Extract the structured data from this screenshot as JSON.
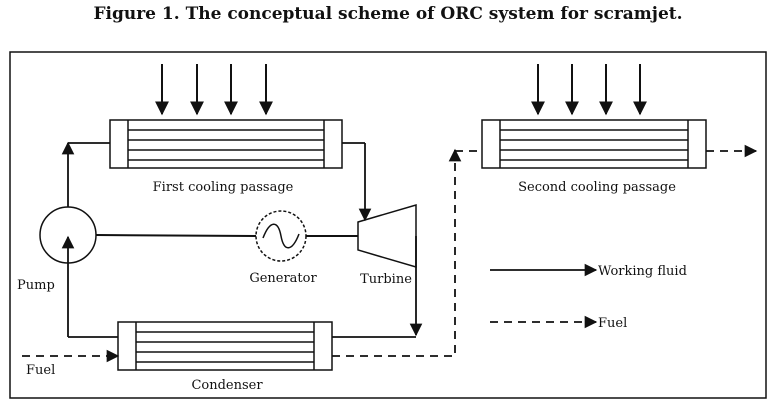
{
  "figure": {
    "caption": "Figure 1. The conceptual scheme of ORC system for scramjet."
  },
  "diagram": {
    "components": {
      "first_cooling_passage": "First cooling passage",
      "second_cooling_passage": "Second cooling passage",
      "generator": "Generator",
      "turbine": "Turbine",
      "pump": "Pump",
      "condenser": "Condenser",
      "fuel_inlet": "Fuel"
    },
    "legend": {
      "working_fluid": "Working fluid",
      "fuel": "Fuel"
    }
  }
}
